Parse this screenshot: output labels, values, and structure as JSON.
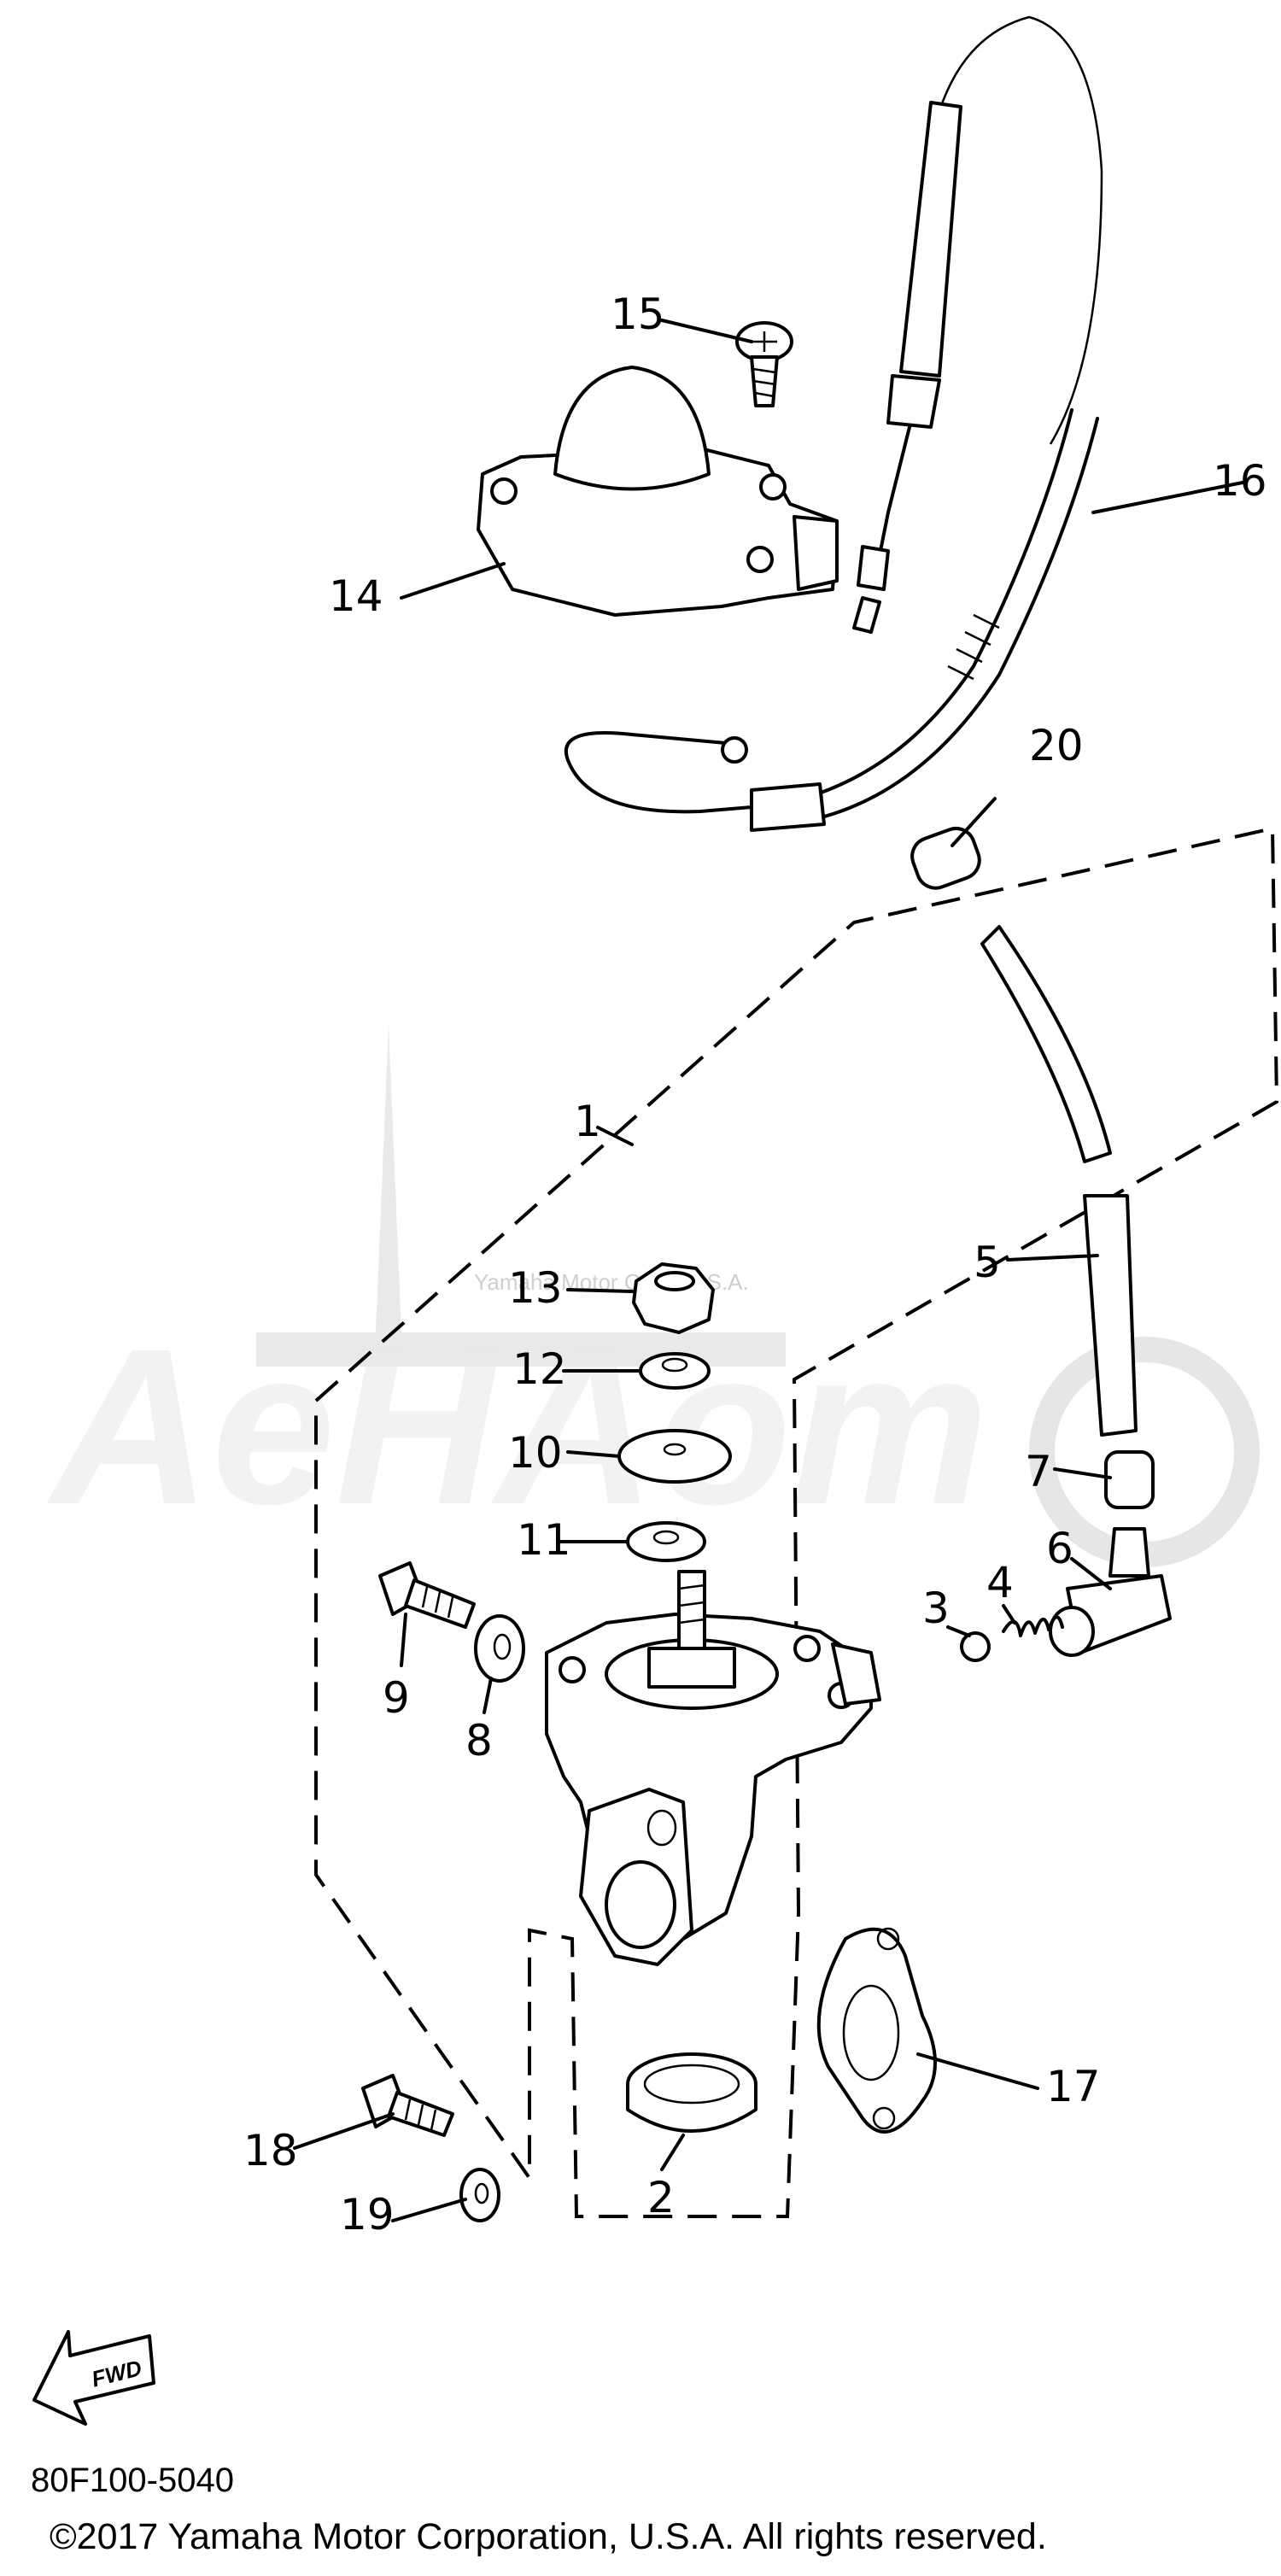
{
  "diagram": {
    "callouts": [
      "1",
      "2",
      "3",
      "4",
      "5",
      "6",
      "7",
      "8",
      "9",
      "10",
      "11",
      "12",
      "13",
      "14",
      "15",
      "16",
      "17",
      "18",
      "19",
      "20"
    ],
    "fwd_label": "FWD",
    "watermark": {
      "brand": "AeHAom",
      "credit": "Yamaha Motor Corp, U.S.A."
    }
  },
  "footer": {
    "diagram_code": "80F100-5040",
    "copyright": "©2017 Yamaha Motor Corporation, U.S.A. All rights reserved."
  }
}
